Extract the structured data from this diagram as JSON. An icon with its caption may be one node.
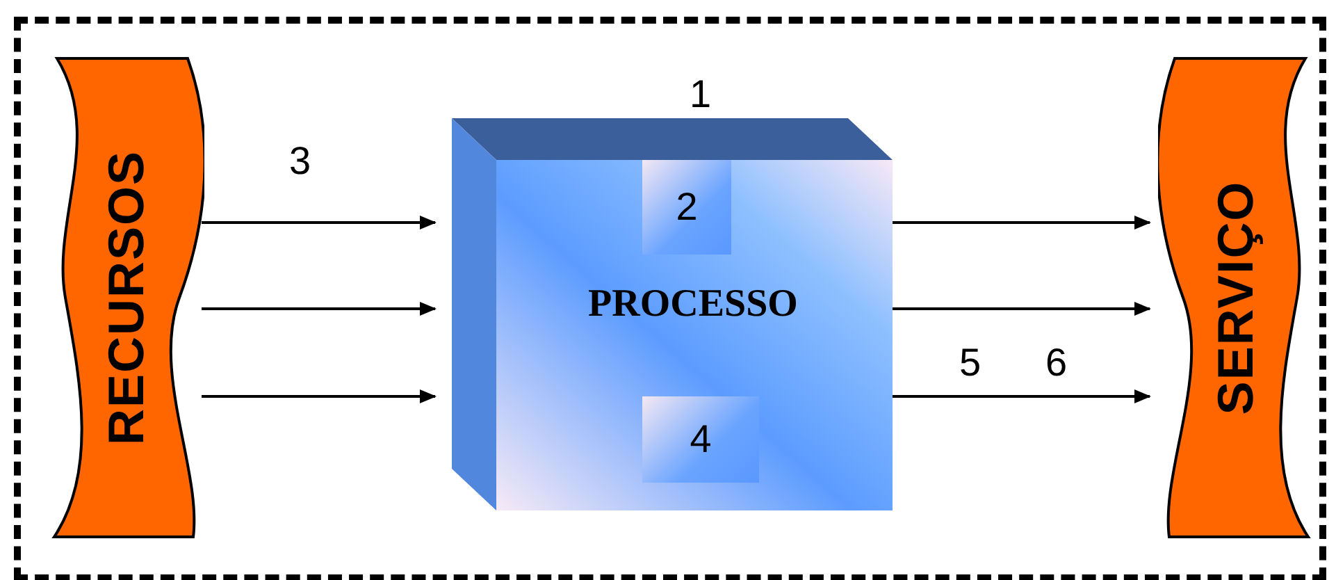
{
  "diagram": {
    "nodes": [
      {
        "text": [
          "RECURSOS"
        ]
      },
      {
        "text": [
          "PROCESSO"
        ]
      },
      {
        "text": [
          "2"
        ],
        "in": 1
      },
      {
        "text": [
          "4"
        ],
        "in": 1
      },
      {
        "text": [
          "SERVIÇO"
        ]
      }
    ],
    "edges": [
      {
        "from": 0,
        "to": 1,
        "arrow": "to"
      },
      {
        "from": 0,
        "to": 1,
        "arrow": "to"
      },
      {
        "from": 0,
        "to": 1,
        "arrow": "to"
      },
      {
        "from": 1,
        "to": 4,
        "arrow": "to"
      },
      {
        "from": 1,
        "to": 4,
        "arrow": "to"
      },
      {
        "from": 1,
        "to": 4,
        "arrow": "to"
      }
    ],
    "labels": [
      "1",
      "3",
      "5",
      "6"
    ]
  }
}
